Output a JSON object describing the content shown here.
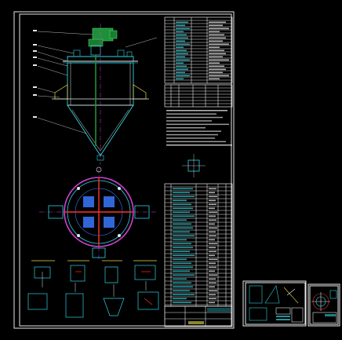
{
  "colors": {
    "background": "#000000",
    "frame": "#e8e8e8",
    "outline_cyan": "#2fd3e0",
    "centerline_magenta": "#d13fd1",
    "motor_green": "#1f8f3a",
    "table_text_cyan": "#2fd3e0",
    "table_text_yellow": "#e6e04a",
    "section_blue": "#3a78ff",
    "weld_red": "#ff3030"
  },
  "drawing": {
    "sheets": [
      {
        "name": "main-assembly-sheet"
      },
      {
        "name": "detail-sheet-a"
      },
      {
        "name": "detail-sheet-b"
      }
    ],
    "icons": [
      "agitator-motor-icon",
      "conical-vessel-icon",
      "plan-view-ring-icon"
    ]
  }
}
